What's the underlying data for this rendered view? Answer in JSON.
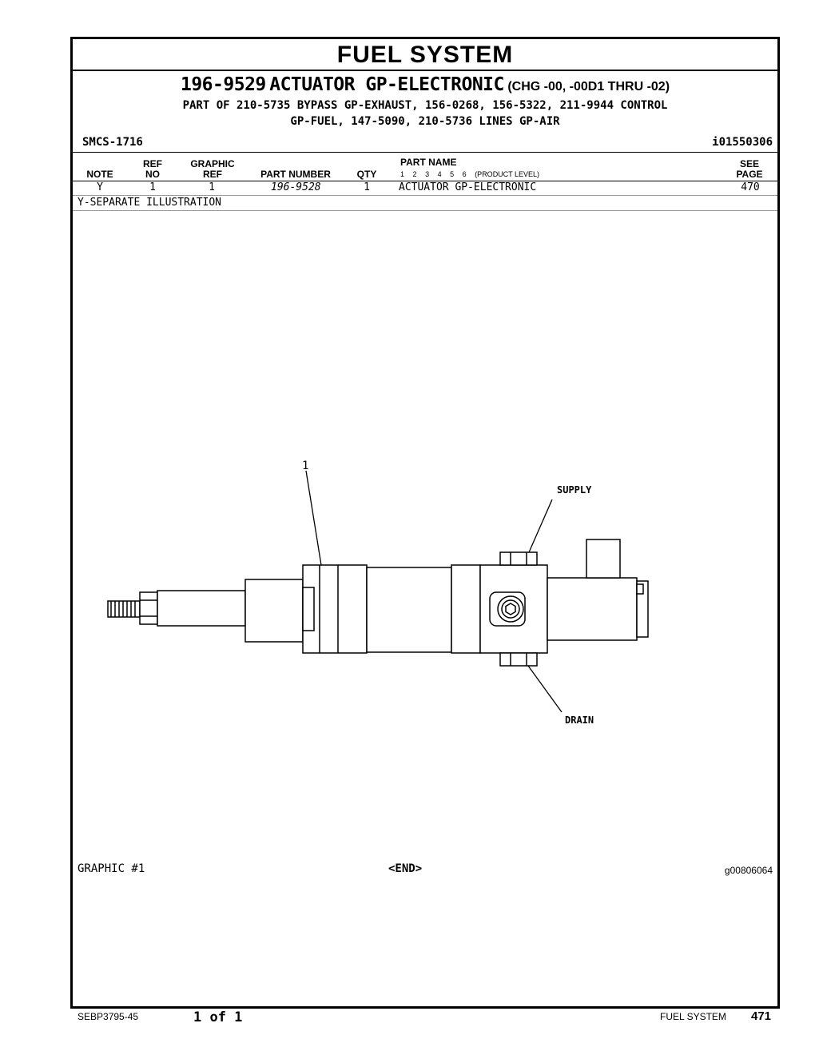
{
  "header": {
    "title": "FUEL SYSTEM",
    "group_number": "196-9529",
    "group_name": "ACTUATOR GP-ELECTRONIC",
    "change_note": "(CHG -00, -00D1 THRU -02)",
    "part_of_line1": "PART OF 210-5735 BYPASS GP-EXHAUST, 156-0268, 156-5322, 211-9944 CONTROL",
    "part_of_line2": "GP-FUEL, 147-5090, 210-5736 LINES GP-AIR",
    "smcs": "SMCS-1716",
    "illustration_id": "i01550306"
  },
  "table": {
    "columns": {
      "note": "NOTE",
      "ref_top": "REF",
      "ref_bottom": "NO",
      "graphic_top": "GRAPHIC",
      "graphic_bottom": "REF",
      "part_number": "PART NUMBER",
      "qty": "QTY",
      "part_name": "PART NAME",
      "see_top": "SEE",
      "see_bottom": "PAGE"
    },
    "product_levels": [
      "1",
      "2",
      "3",
      "4",
      "5",
      "6"
    ],
    "product_level_label": "(PRODUCT LEVEL)",
    "rows": [
      {
        "note": "Y",
        "ref_no": "1",
        "graphic_ref": "1",
        "part_number": "196-9528",
        "qty": "1",
        "part_name": "ACTUATOR GP-ELECTRONIC",
        "see_page": "470"
      }
    ],
    "note_legend": "Y-SEPARATE ILLUSTRATION"
  },
  "illustration": {
    "callout": "1",
    "supply_label": "SUPPLY",
    "drain_label": "DRAIN",
    "graphic_label": "GRAPHIC #1",
    "end_label": "<END>",
    "graphic_id": "g00806064"
  },
  "footer": {
    "doc_id": "SEBP3795-45",
    "page_of": "1 of 1",
    "section": "FUEL SYSTEM",
    "page_number": "471"
  }
}
